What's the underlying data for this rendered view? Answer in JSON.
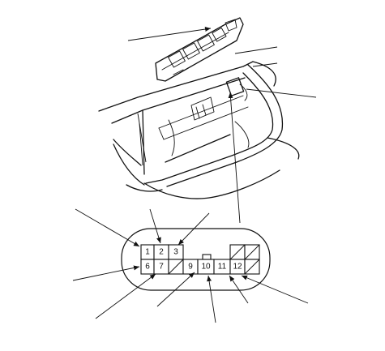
{
  "connector": {
    "pins": [
      {
        "label": "1"
      },
      {
        "label": "2"
      },
      {
        "label": "3"
      },
      {
        "label": "6"
      },
      {
        "label": "7"
      },
      {
        "label": "9"
      },
      {
        "label": "10"
      },
      {
        "label": "11"
      },
      {
        "label": "12"
      }
    ]
  }
}
